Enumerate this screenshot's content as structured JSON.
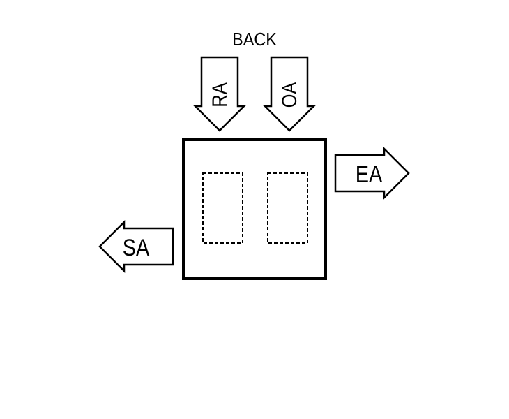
{
  "diagram": {
    "title": "BACK",
    "arrows": {
      "top_left": "RA",
      "top_right": "OA",
      "right": "EA",
      "left": "SA"
    },
    "colors": {
      "stroke": "#000000",
      "background": "#ffffff"
    }
  }
}
